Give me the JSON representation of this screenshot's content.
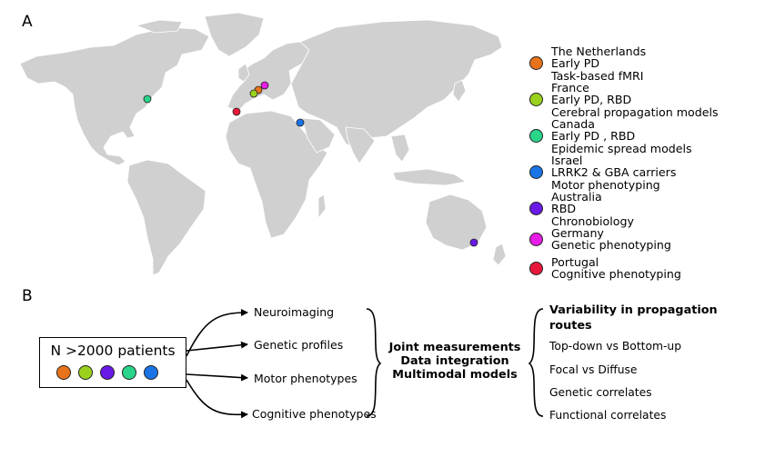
{
  "panels": {
    "a_label": "A",
    "b_label": "B"
  },
  "legend": [
    {
      "color": "#e8731a",
      "lines": [
        "The Netherlands",
        "Early PD",
        "Task-based fMRI"
      ]
    },
    {
      "color": "#9ad11c",
      "lines": [
        "France",
        "Early PD, RBD",
        "Cerebral propagation models"
      ]
    },
    {
      "color": "#2ad48a",
      "lines": [
        "Canada",
        "Early PD , RBD",
        "Epidemic spread models"
      ]
    },
    {
      "color": "#1a74e6",
      "lines": [
        "Israel",
        "LRRK2 & GBA carriers",
        "Motor phenotyping"
      ]
    },
    {
      "color": "#6a19e6",
      "lines": [
        "Australia",
        "RBD",
        "Chronobiology"
      ]
    },
    {
      "color": "#e81ce6",
      "lines": [
        "Germany",
        "Genetic phenotyping"
      ]
    },
    {
      "color": "#e8173a",
      "lines": [
        "Portugal",
        "Cognitive phenotyping"
      ]
    }
  ],
  "patients": {
    "label": "N >2000 patients",
    "dot_colors": [
      "#e8731a",
      "#9ad11c",
      "#6a19e6",
      "#2ad48a",
      "#1a74e6"
    ]
  },
  "measurements": [
    "Neuroimaging",
    "Genetic profiles",
    "Motor phenotypes",
    "Cognitive phenotypes"
  ],
  "center": [
    "Joint measurements",
    "Data integration",
    "Multimodal models"
  ],
  "outcomes": {
    "heading": "Variability in propagation routes",
    "items": [
      "Top-down vs Bottom-up",
      "Focal vs Diffuse",
      "Genetic correlates",
      "Functional correlates"
    ]
  }
}
